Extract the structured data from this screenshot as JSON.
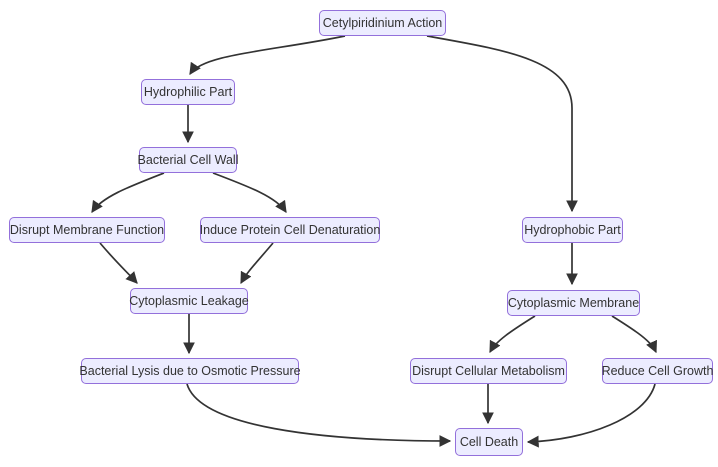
{
  "diagram": {
    "type": "flowchart",
    "colors": {
      "node_fill": "#ECECFF",
      "node_border": "#9370DB",
      "edge_stroke": "#333333",
      "text": "#333333",
      "background": "#ffffff"
    },
    "nodes": [
      {
        "id": "cetylpiridinium-action",
        "label": "Cetylpiridinium Action"
      },
      {
        "id": "hydrophilic-part",
        "label": "Hydrophilic Part"
      },
      {
        "id": "bacterial-cell-wall",
        "label": "Bacterial Cell Wall"
      },
      {
        "id": "disrupt-membrane-function",
        "label": "Disrupt Membrane Function"
      },
      {
        "id": "induce-protein-cell-denaturation",
        "label": "Induce Protein Cell Denaturation"
      },
      {
        "id": "cytoplasmic-leakage",
        "label": "Cytoplasmic Leakage"
      },
      {
        "id": "bacterial-lysis-osmotic-pressure",
        "label": "Bacterial Lysis due to Osmotic Pressure"
      },
      {
        "id": "hydrophobic-part",
        "label": "Hydrophobic Part"
      },
      {
        "id": "cytoplasmic-membrane",
        "label": "Cytoplasmic Membrane"
      },
      {
        "id": "disrupt-cellular-metabolism",
        "label": "Disrupt Cellular Metabolism"
      },
      {
        "id": "reduce-cell-growth",
        "label": "Reduce Cell Growth"
      },
      {
        "id": "cell-death",
        "label": "Cell Death"
      }
    ],
    "edges": [
      {
        "from": "cetylpiridinium-action",
        "to": "hydrophilic-part"
      },
      {
        "from": "cetylpiridinium-action",
        "to": "hydrophobic-part"
      },
      {
        "from": "hydrophilic-part",
        "to": "bacterial-cell-wall"
      },
      {
        "from": "bacterial-cell-wall",
        "to": "disrupt-membrane-function"
      },
      {
        "from": "bacterial-cell-wall",
        "to": "induce-protein-cell-denaturation"
      },
      {
        "from": "disrupt-membrane-function",
        "to": "cytoplasmic-leakage"
      },
      {
        "from": "induce-protein-cell-denaturation",
        "to": "cytoplasmic-leakage"
      },
      {
        "from": "cytoplasmic-leakage",
        "to": "bacterial-lysis-osmotic-pressure"
      },
      {
        "from": "bacterial-lysis-osmotic-pressure",
        "to": "cell-death"
      },
      {
        "from": "hydrophobic-part",
        "to": "cytoplasmic-membrane"
      },
      {
        "from": "cytoplasmic-membrane",
        "to": "disrupt-cellular-metabolism"
      },
      {
        "from": "cytoplasmic-membrane",
        "to": "reduce-cell-growth"
      },
      {
        "from": "disrupt-cellular-metabolism",
        "to": "cell-death"
      },
      {
        "from": "reduce-cell-growth",
        "to": "cell-death"
      }
    ]
  }
}
